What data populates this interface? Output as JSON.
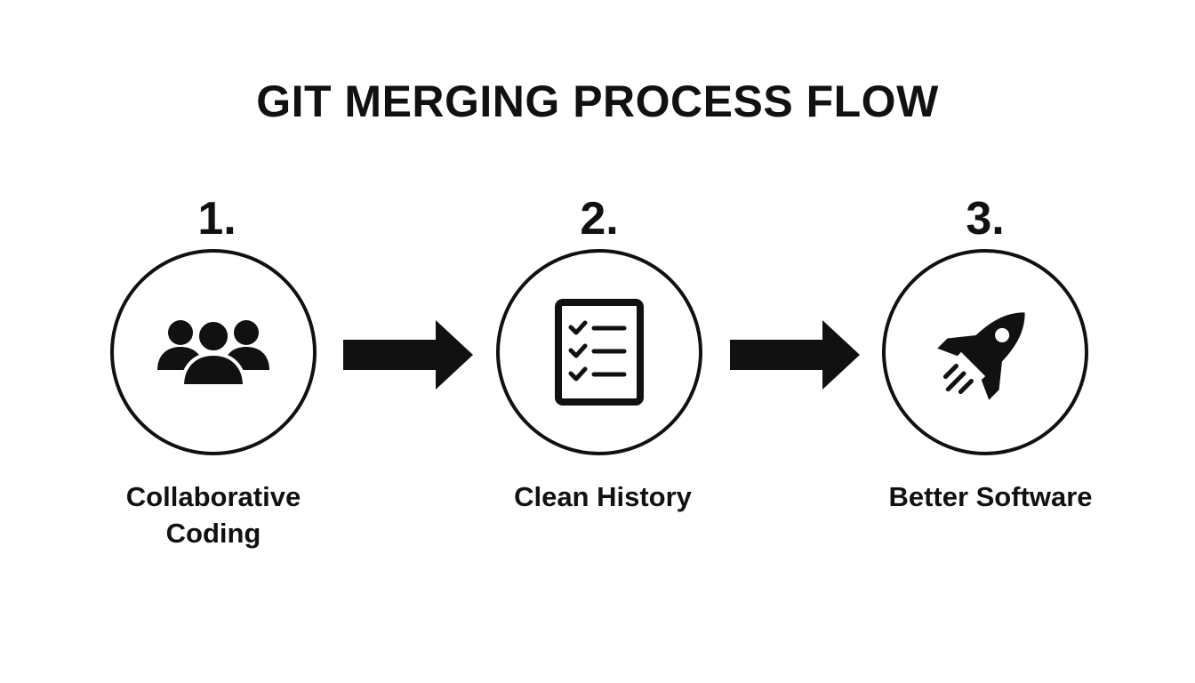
{
  "title": "GIT MERGING PROCESS FLOW",
  "steps": [
    {
      "number": "1.",
      "label": "Collaborative\nCoding",
      "icon": "team-icon"
    },
    {
      "number": "2.",
      "label": "Clean History",
      "icon": "checklist-icon"
    },
    {
      "number": "3.",
      "label": "Better Software",
      "icon": "rocket-icon"
    }
  ],
  "colors": {
    "foreground": "#111111",
    "background": "#ffffff"
  }
}
